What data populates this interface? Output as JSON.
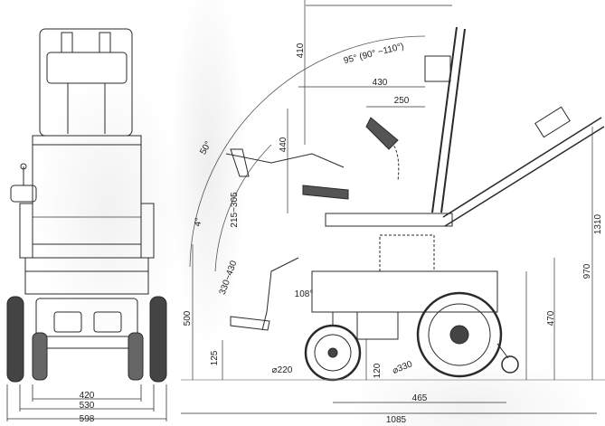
{
  "labels": {
    "front_width_420": "420",
    "front_width_530": "530",
    "front_width_598": "598",
    "side_angle_range": "95° (90° ~110°)",
    "side_410": "410",
    "side_430": "430",
    "side_250": "250",
    "side_440": "440",
    "side_50deg": "50°",
    "side_215_305": "215~305",
    "side_4deg": "4°",
    "side_330_430": "330~430",
    "side_108deg": "108°",
    "side_500": "500",
    "side_125": "125",
    "side_d220": "⌀220",
    "side_120": "120",
    "side_d330": "⌀330",
    "side_465": "465",
    "side_1085": "1085",
    "side_470": "470",
    "side_970": "970",
    "side_1310": "1310"
  },
  "colors": {
    "line": "#2a2a2a",
    "thin": "#555555",
    "dim": "#333333"
  }
}
